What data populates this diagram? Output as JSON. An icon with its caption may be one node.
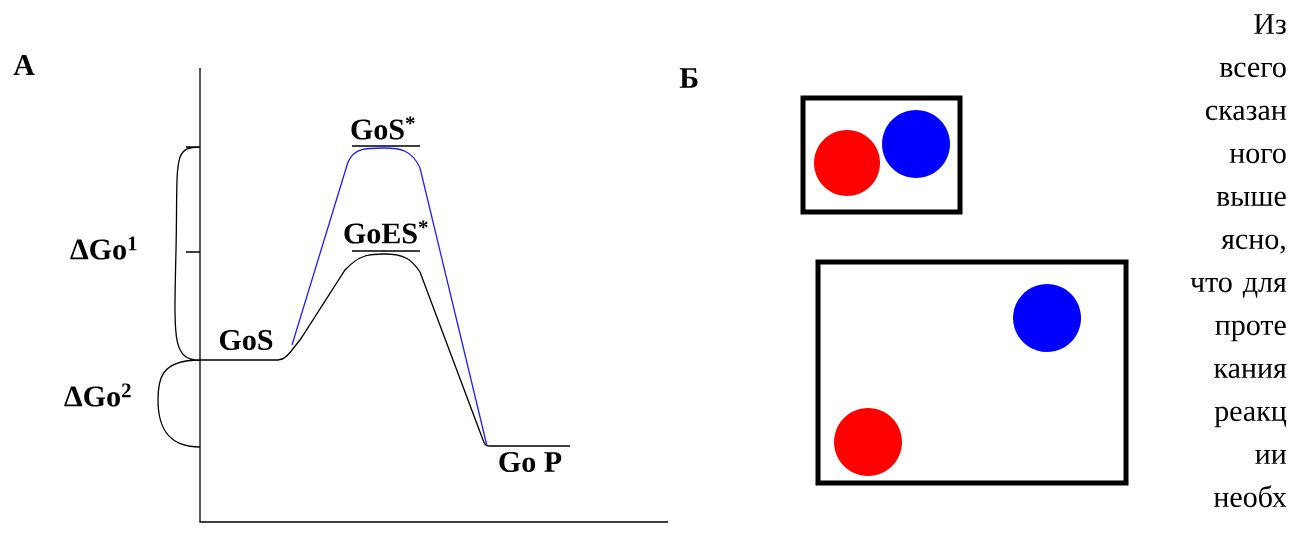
{
  "diagram": {
    "labels": [
      "А",
      "Б",
      "Из всего сказан ного выше ясно, что для проте кания реакц ии необх",
      "GoS$^{*}$",
      "ΔGo$^{1}$",
      "GoES$^{*}$",
      "GoS",
      "ΔGo$^{2}$",
      "Go P"
    ]
  }
}
